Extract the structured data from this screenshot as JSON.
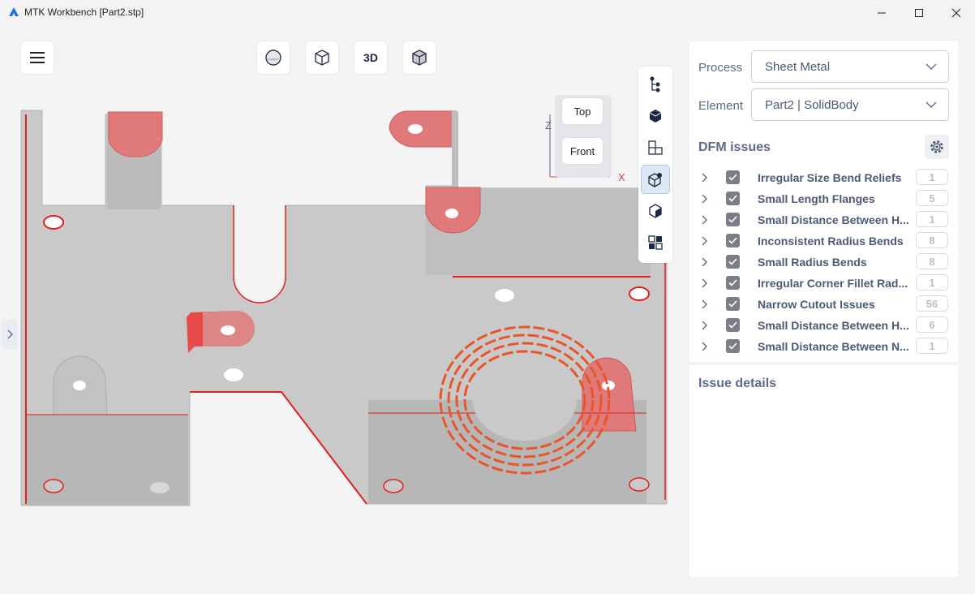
{
  "window": {
    "title": "MTK Workbench [Part2.stp]"
  },
  "toolbar": {
    "view_3d_label": "3D"
  },
  "viewcube": {
    "top_label": "Top",
    "front_label": "Front",
    "axis_z": "Z",
    "axis_x": "X"
  },
  "panel": {
    "process_label": "Process",
    "process_value": "Sheet Metal",
    "element_label": "Element",
    "element_value": "Part2 | SolidBody",
    "dfm_title": "DFM issues",
    "issues": [
      {
        "name": "Irregular Size Bend Reliefs",
        "count": "1"
      },
      {
        "name": "Small Length Flanges",
        "count": "5"
      },
      {
        "name": "Small Distance Between H...",
        "count": "1"
      },
      {
        "name": "Inconsistent Radius Bends",
        "count": "8"
      },
      {
        "name": "Small Radius Bends",
        "count": "8"
      },
      {
        "name": "Irregular Corner Fillet Rad...",
        "count": "1"
      },
      {
        "name": "Narrow Cutout Issues",
        "count": "56"
      },
      {
        "name": "Small Distance Between H...",
        "count": "6"
      },
      {
        "name": "Small Distance Between N...",
        "count": "1"
      }
    ],
    "issue_details_title": "Issue details"
  },
  "colors": {
    "accent": "#1e6fd9",
    "highlight": "#e8413f",
    "text": "#4b5a75"
  }
}
